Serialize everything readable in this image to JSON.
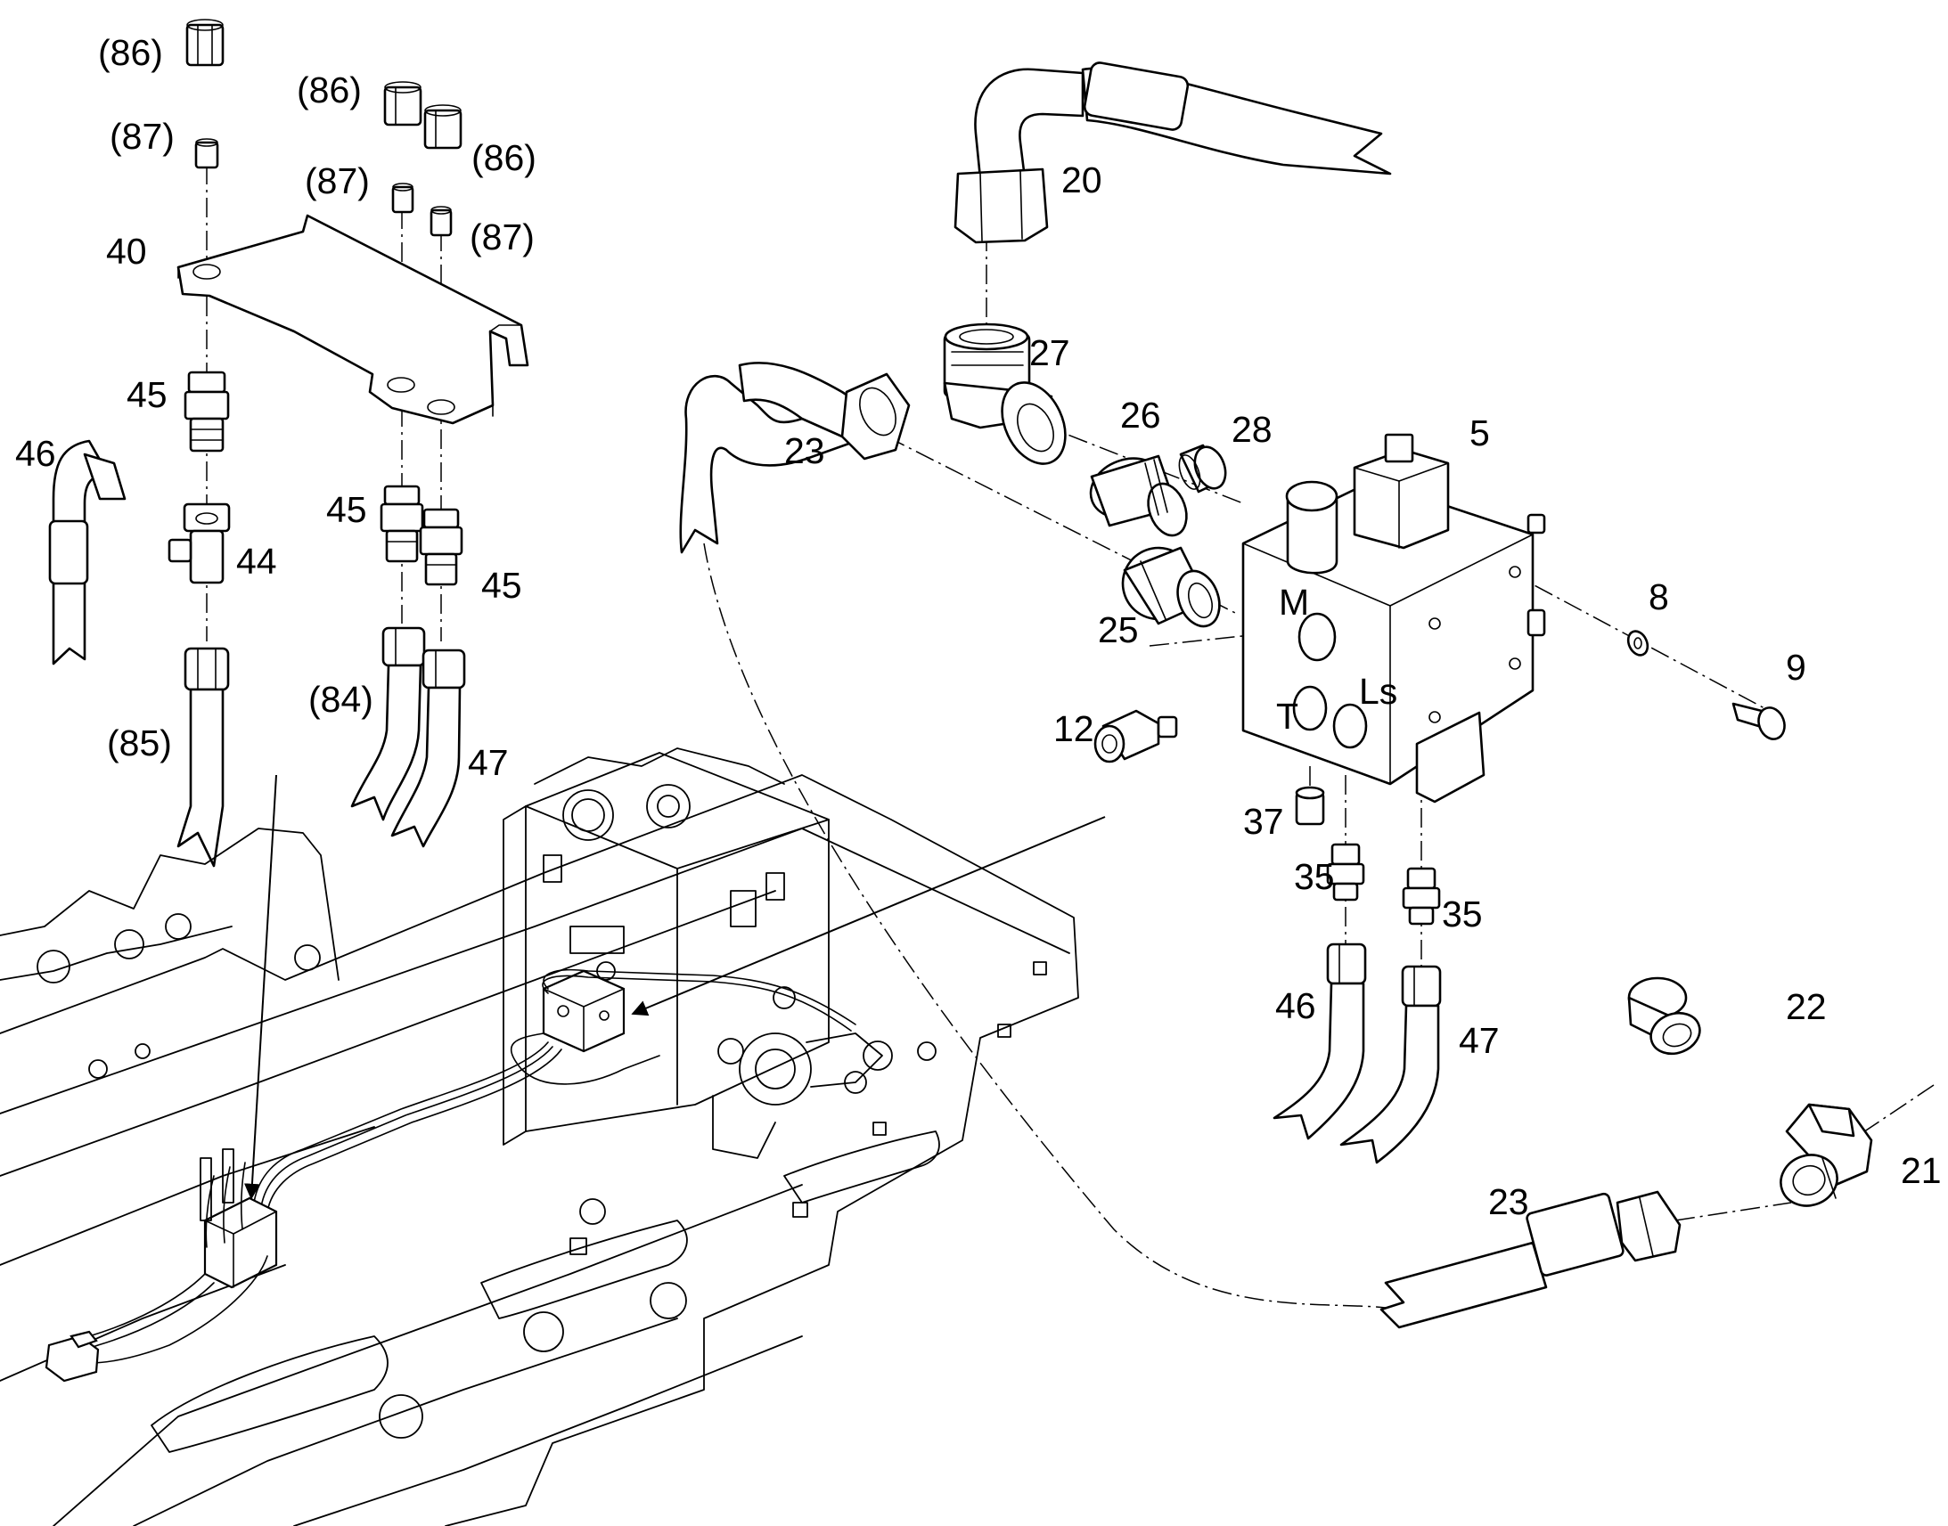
{
  "labels": {
    "l86a": "(86)",
    "l87a": "(87)",
    "l86b": "(86)",
    "l86c": "(86)",
    "l87b": "(87)",
    "l87c": "(87)",
    "l40": "40",
    "l45a": "45",
    "l46a": "46",
    "l44": "44",
    "l45b": "45",
    "l45c": "45",
    "l84": "(84)",
    "l85": "(85)",
    "l47a": "47",
    "l20": "20",
    "l27": "27",
    "l23a": "23",
    "l26": "26",
    "l28": "28",
    "l5": "5",
    "l25": "25",
    "l8": "8",
    "l9": "9",
    "l12": "12",
    "l37": "37",
    "l35a": "35",
    "l35b": "35",
    "l46b": "46",
    "l47b": "47",
    "l22": "22",
    "l21": "21",
    "l23b": "23"
  }
}
